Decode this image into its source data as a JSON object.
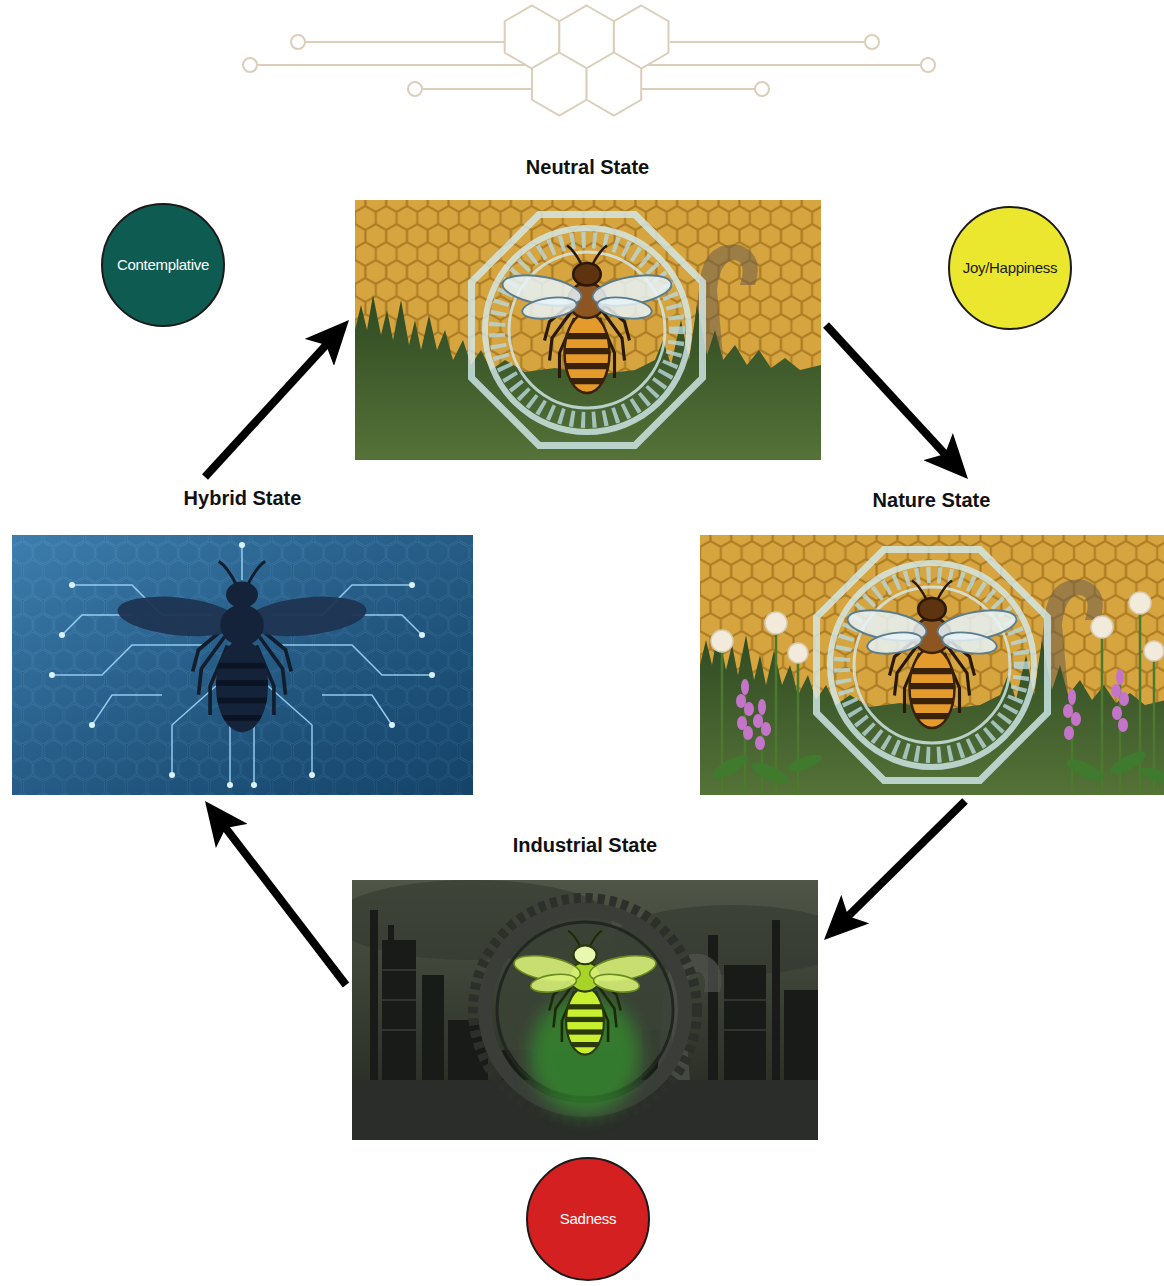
{
  "diagram": {
    "nodes": [
      {
        "text": [
          "Contemplative"
        ]
      },
      {
        "text": [
          "Neutral State"
        ]
      },
      {
        "text": [
          "Joy/Happiness"
        ]
      },
      {
        "text": [
          "Hybrid State"
        ]
      },
      {
        "text": [
          "Nature State"
        ]
      },
      {
        "text": [
          "Industrial State"
        ]
      },
      {
        "text": [
          "Sadness"
        ]
      }
    ],
    "edges": [
      {
        "from": 1,
        "to": 4,
        "arrow": "to"
      },
      {
        "from": 4,
        "to": 5,
        "arrow": "to"
      },
      {
        "from": 5,
        "to": 3,
        "arrow": "to"
      },
      {
        "from": 3,
        "to": 1,
        "arrow": "to"
      }
    ]
  }
}
